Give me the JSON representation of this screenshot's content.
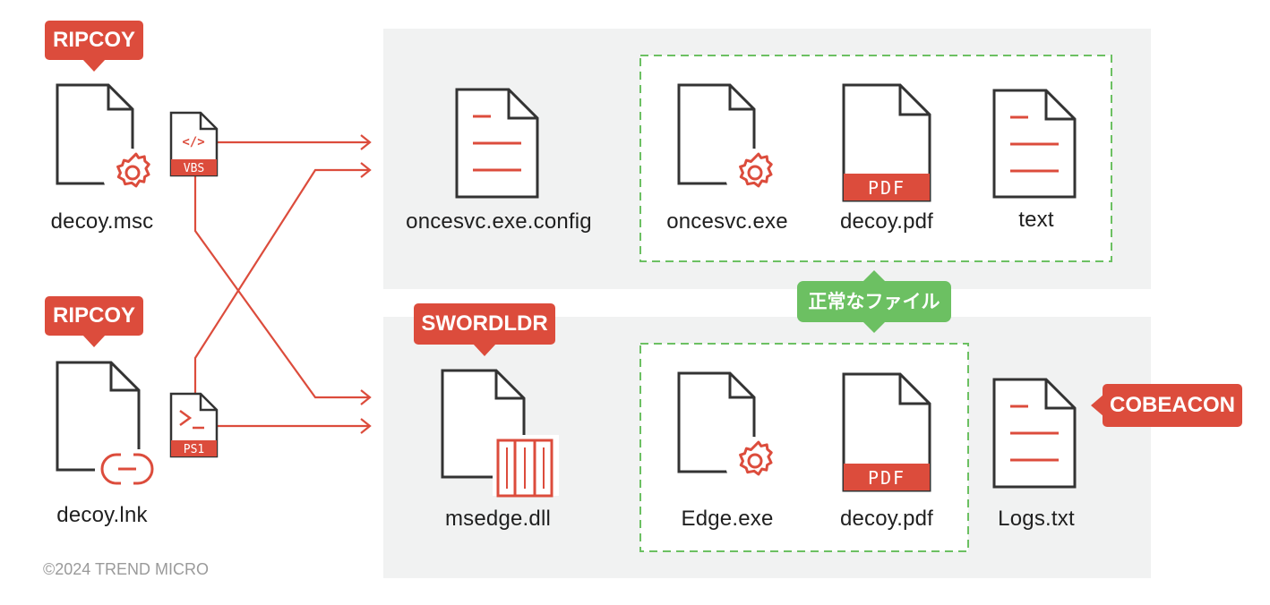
{
  "tags": {
    "ripcoy_top": "RIPCOY",
    "ripcoy_bottom": "RIPCOY",
    "swordldr": "SWORDLDR",
    "cobeacon": "COBEACON",
    "normal_files": "正常なファイル"
  },
  "files": {
    "decoy_msc": "decoy.msc",
    "decoy_lnk": "decoy.lnk",
    "oncesvc_config": "oncesvc.exe.config",
    "oncesvc_exe": "oncesvc.exe",
    "decoy_pdf_top": "decoy.pdf",
    "text": "text",
    "msedge_dll": "msedge.dll",
    "edge_exe": "Edge.exe",
    "decoy_pdf_bottom": "decoy.pdf",
    "logs_txt": "Logs.txt"
  },
  "badges": {
    "vbs": "VBS",
    "ps1": "PS1",
    "pdf_top": "PDF",
    "pdf_bottom": "PDF"
  },
  "copyright": "©2024 TREND MICRO",
  "colors": {
    "accent": "#dc4c3c",
    "normal": "#6cc062",
    "panel": "#f1f2f2",
    "dark": "#333333"
  }
}
